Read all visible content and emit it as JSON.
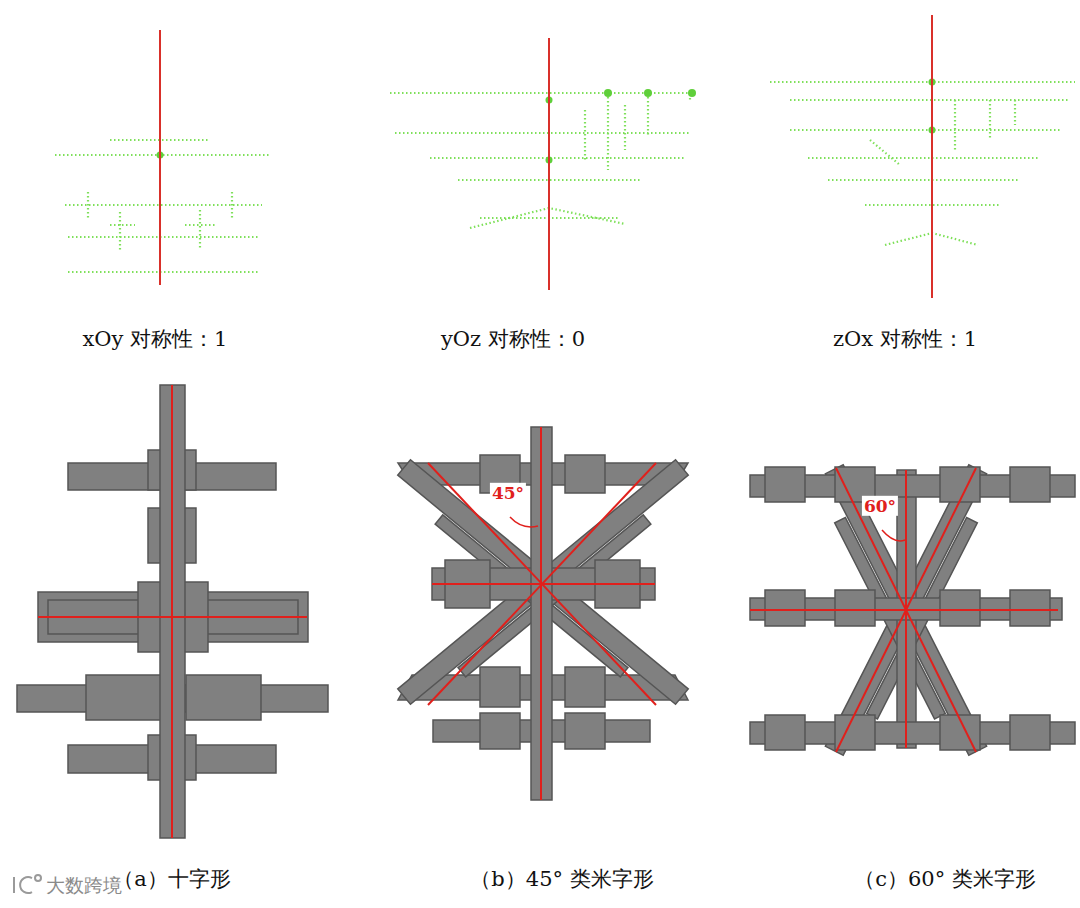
{
  "diagram": {
    "labels": [
      "xOy 对称性：1",
      "yOz 对称性：0",
      "zOx 对称性：1",
      "45°",
      "60°",
      "（a）十字形",
      "（b）45° 类米字形",
      "（c）60° 类米字形",
      "大数跨境"
    ]
  }
}
